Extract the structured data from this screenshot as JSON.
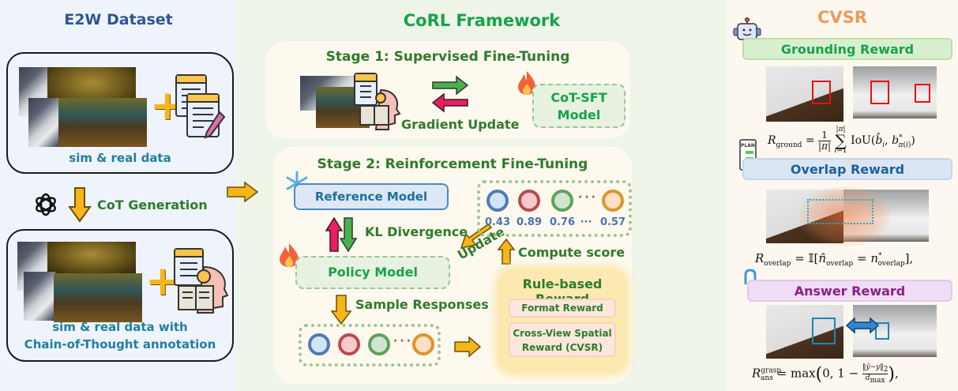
{
  "panels": {
    "dataset": {
      "title": "E2W Dataset",
      "box1_caption": "sim & real data",
      "step_label": "CoT Generation",
      "box2_caption_line1": "sim & real data with",
      "box2_caption_line2": "Chain-of-Thought annotation"
    },
    "framework": {
      "title": "CoRL Framework",
      "stage1": {
        "title": "Stage 1: Supervised Fine-Tuning",
        "arrow_label": "Gradient Update",
        "model_line1": "CoT-SFT",
        "model_line2": "Model"
      },
      "stage2": {
        "title": "Stage 2: Reinforcement Fine-Tuning",
        "reference_model": "Reference Model",
        "kl_label": "KL Divergence",
        "policy_model": "Policy Model",
        "update_label": "Update",
        "sample_label": "Sample Responses",
        "compute_label": "Compute score",
        "scores": [
          "0.43",
          "0.89",
          "0.76",
          "···",
          "0.57"
        ],
        "rule_title": "Rule-based Reward",
        "rule_items": [
          "Format Reward",
          "Cross-View Spatial",
          "Reward (CVSR)"
        ]
      }
    },
    "cvsr": {
      "title": "CVSR",
      "grounding": "Grounding Reward",
      "overlap": "Overlap Reward",
      "answer": "Answer Reward",
      "plan_icon_label": "PLAN",
      "formula_ground": "R_ground = 1/|π| Σ_{i=1}^{|π|} IoU(b̂_i, b*_{π(i)})",
      "formula_overlap": "R_overlap = 𝕀[n̂_overlap = n*_overlap],",
      "formula_answer": "R_ans^grasp = max(0, 1 − ‖ŷ−y‖₂ / d_max),"
    }
  },
  "colors": {
    "dataset_title": "#2d5596",
    "framework_title": "#16a34a",
    "cvsr_title": "#ec9a5c",
    "stage_text": "#2f7a2c",
    "caption_blue": "#1f7fa1",
    "arrow_yellow": "#f5b61b",
    "grounding_bg": "#d8efcf",
    "overlap_bg": "#dbe6f5",
    "answer_bg": "#efdcf5"
  }
}
